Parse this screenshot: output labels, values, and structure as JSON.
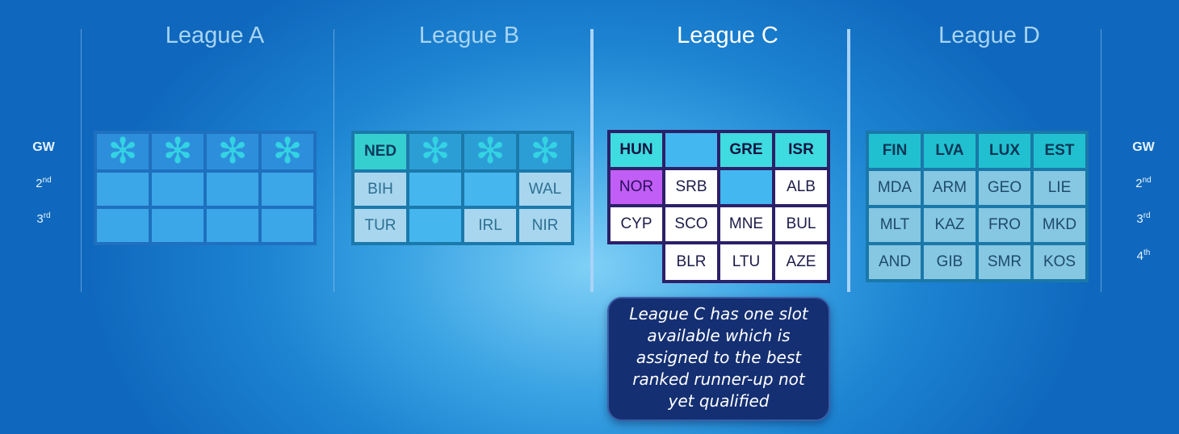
{
  "league_a": {
    "title": "League A",
    "rows": [
      [
        "*",
        "*",
        "*",
        "*"
      ],
      [
        "",
        "",
        "",
        ""
      ],
      [
        "",
        "",
        "",
        ""
      ]
    ]
  },
  "league_b": {
    "title": "League B",
    "rows": [
      [
        "NED",
        "*",
        "*",
        "*"
      ],
      [
        "BIH",
        "",
        "",
        "WAL"
      ],
      [
        "TUR",
        "",
        "IRL",
        "NIR"
      ]
    ]
  },
  "league_c": {
    "title": "League C",
    "rows": [
      [
        "HUN",
        "",
        "GRE",
        "ISR"
      ],
      [
        "NOR",
        "SRB",
        "",
        "ALB"
      ],
      [
        "CYP",
        "SCO",
        "MNE",
        "BUL"
      ],
      [
        "",
        "BLR",
        "LTU",
        "AZE"
      ]
    ]
  },
  "league_d": {
    "title": "League D",
    "rows": [
      [
        "FIN",
        "LVA",
        "LUX",
        "EST"
      ],
      [
        "MDA",
        "ARM",
        "GEO",
        "LIE"
      ],
      [
        "MLT",
        "KAZ",
        "FRO",
        "MKD"
      ],
      [
        "AND",
        "GIB",
        "SMR",
        "KOS"
      ]
    ]
  },
  "row_labels_left": {
    "gw": "GW",
    "r2": "2",
    "r2_sup": "nd",
    "r3": "3",
    "r3_sup": "rd"
  },
  "row_labels_right": {
    "gw": "GW",
    "r2": "2",
    "r2_sup": "nd",
    "r3": "3",
    "r3_sup": "rd",
    "r4": "4",
    "r4_sup": "th"
  },
  "callout": {
    "text": "League C has one slot available which is assigned to the best ranked runner-up not yet qualified"
  },
  "colors": {
    "background": "#1d84d2",
    "winner_teal": "#3edbe0",
    "highlight_purple": "#c15ef5",
    "callout_bg": "#142f72"
  }
}
